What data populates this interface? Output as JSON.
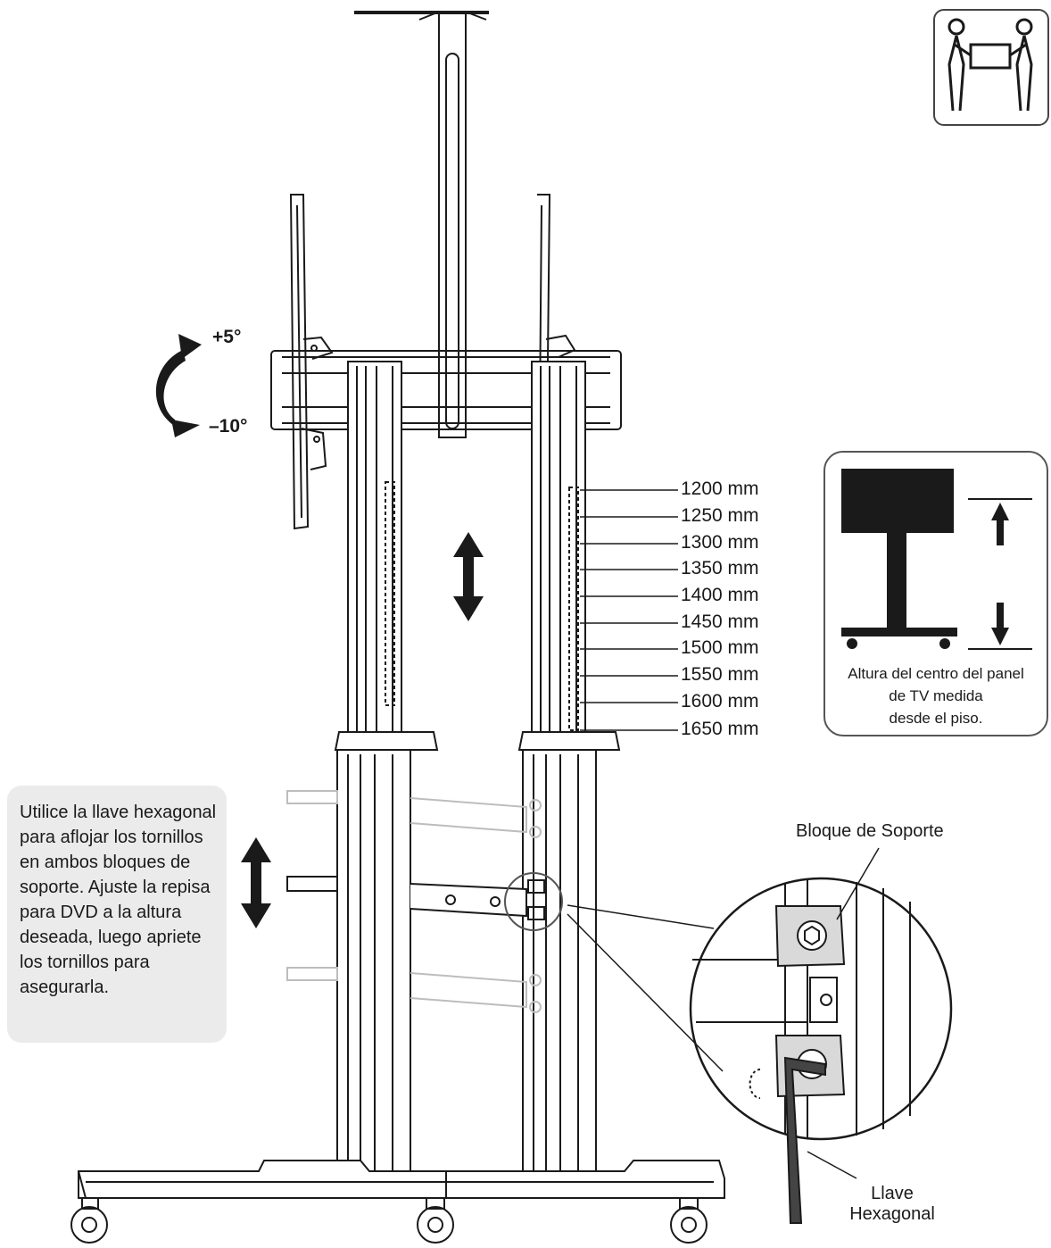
{
  "tilt": {
    "up": "+5°",
    "down": "–10°"
  },
  "height_scale": {
    "unit": "mm",
    "labels": [
      "1200 mm",
      "1250 mm",
      "1300 mm",
      "1350 mm",
      "1400 mm",
      "1450 mm",
      "1500 mm",
      "1550 mm",
      "1600 mm",
      "1650 mm"
    ]
  },
  "info_box": {
    "caption_line1": "Altura del centro del panel",
    "caption_line2": "de TV medida",
    "caption_line3": "desde el piso."
  },
  "instruction_note": {
    "text": "Utilice la llave hexagonal para aflojar los tornillos en ambos bloques de soporte. Ajuste la repisa para DVD a la altura deseada, luego apriete los tornillos para asegurarla."
  },
  "detail_callouts": {
    "support_block": "Bloque de Soporte",
    "hex_key_line1": "Llave",
    "hex_key_line2": "Hexagonal"
  },
  "icons": [
    "two-person-lift-icon",
    "tilt-arrow-icon",
    "height-adjust-arrow-icon",
    "shelf-adjust-arrow-icon"
  ],
  "colors": {
    "line": "#1a1a1a",
    "note_background": "#ebebeb",
    "ghost": "#bdbdbd"
  }
}
